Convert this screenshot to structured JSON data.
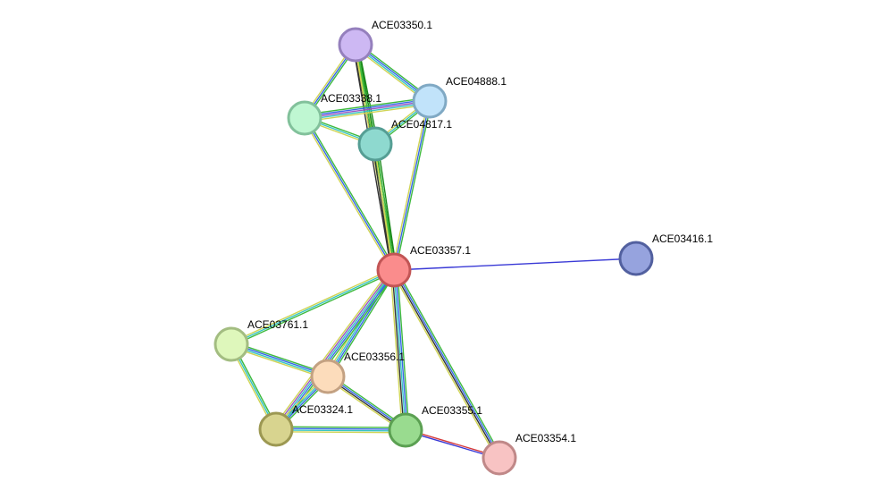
{
  "network": {
    "nodes": [
      {
        "id": "n1",
        "label": "ACE03350.1",
        "fill": "#cdb8f3",
        "stroke": "#9580bd"
      },
      {
        "id": "n2",
        "label": "ACE04888.1",
        "fill": "#c1e3fa",
        "stroke": "#80a9c4"
      },
      {
        "id": "n3",
        "label": "ACE03338.1",
        "fill": "#bff7d2",
        "stroke": "#82c19b"
      },
      {
        "id": "n4",
        "label": "ACE04817.1",
        "fill": "#8ed9cf",
        "stroke": "#559e94"
      },
      {
        "id": "n5",
        "label": "ACE03357.1",
        "fill": "#fa8c8c",
        "stroke": "#c25555"
      },
      {
        "id": "n6",
        "label": "ACE03416.1",
        "fill": "#96a3de",
        "stroke": "#52609f"
      },
      {
        "id": "n7",
        "label": "ACE03761.1",
        "fill": "#def7bb",
        "stroke": "#a3bd81"
      },
      {
        "id": "n8",
        "label": "ACE03356.1",
        "fill": "#fcdcbb",
        "stroke": "#c3a182"
      },
      {
        "id": "n9",
        "label": "ACE03324.1",
        "fill": "#d8d48f",
        "stroke": "#9c9852"
      },
      {
        "id": "n10",
        "label": "ACE03355.1",
        "fill": "#99db8f",
        "stroke": "#5ba052"
      },
      {
        "id": "n11",
        "label": "ACE03354.1",
        "fill": "#f8c3c3",
        "stroke": "#c08888"
      }
    ],
    "edges": [
      {
        "source": "n1",
        "target": "n3",
        "colors": [
          "#3fba3f",
          "#3868e8",
          "#cfd455"
        ]
      },
      {
        "source": "n1",
        "target": "n2",
        "colors": [
          "#3fba3f",
          "#3868e8",
          "#38c4c4",
          "#cfd455"
        ]
      },
      {
        "source": "n1",
        "target": "n4",
        "colors": [
          "#1a8a1a",
          "#3fba3f",
          "#cfd455",
          "#333333"
        ]
      },
      {
        "source": "n1",
        "target": "n5",
        "colors": [
          "#1a8a1a",
          "#3fba3f",
          "#cfd455",
          "#333333"
        ]
      },
      {
        "source": "n3",
        "target": "n2",
        "colors": [
          "#3fba3f",
          "#3868e8",
          "#9a56c2",
          "#38c4c4",
          "#cfd455"
        ]
      },
      {
        "source": "n3",
        "target": "n4",
        "colors": [
          "#3fba3f",
          "#38c4c4",
          "#cfd455"
        ]
      },
      {
        "source": "n3",
        "target": "n5",
        "colors": [
          "#3fba3f",
          "#3868e8",
          "#cfd455"
        ]
      },
      {
        "source": "n2",
        "target": "n4",
        "colors": [
          "#3fba3f",
          "#38c4c4",
          "#cfd455"
        ]
      },
      {
        "source": "n2",
        "target": "n5",
        "colors": [
          "#3fba3f",
          "#3868e8",
          "#cfd455"
        ]
      },
      {
        "source": "n4",
        "target": "n5",
        "colors": [
          "#1a8a1a",
          "#3fba3f",
          "#cfd455",
          "#333333"
        ]
      },
      {
        "source": "n5",
        "target": "n6",
        "colors": [
          "#3a3ad6"
        ]
      },
      {
        "source": "n5",
        "target": "n7",
        "colors": [
          "#3fba3f",
          "#38c4c4",
          "#cfd455"
        ]
      },
      {
        "source": "n5",
        "target": "n8",
        "colors": [
          "#3fba3f",
          "#3868e8",
          "#38c4c4",
          "#cfd455"
        ]
      },
      {
        "source": "n5",
        "target": "n9",
        "colors": [
          "#3fba3f",
          "#3868e8",
          "#38c4c4",
          "#9a56c2",
          "#cfd455"
        ]
      },
      {
        "source": "n5",
        "target": "n10",
        "colors": [
          "#3fba3f",
          "#3868e8",
          "#38c4c4",
          "#333333",
          "#cfd455"
        ]
      },
      {
        "source": "n5",
        "target": "n11",
        "colors": [
          "#3fba3f",
          "#3868e8",
          "#333333",
          "#cfd455"
        ]
      },
      {
        "source": "n7",
        "target": "n8",
        "colors": [
          "#3fba3f",
          "#3868e8",
          "#38c4c4",
          "#cfd455"
        ]
      },
      {
        "source": "n7",
        "target": "n9",
        "colors": [
          "#3fba3f",
          "#38c4c4",
          "#cfd455"
        ]
      },
      {
        "source": "n8",
        "target": "n9",
        "colors": [
          "#3fba3f",
          "#3868e8",
          "#38c4c4",
          "#cfd455"
        ]
      },
      {
        "source": "n8",
        "target": "n10",
        "colors": [
          "#3fba3f",
          "#3868e8",
          "#333333",
          "#cfd455"
        ]
      },
      {
        "source": "n9",
        "target": "n10",
        "colors": [
          "#3fba3f",
          "#3868e8",
          "#38c4c4",
          "#cfd455"
        ]
      },
      {
        "source": "n10",
        "target": "n11",
        "colors": [
          "#d63a3a",
          "#3a3ad6"
        ]
      }
    ]
  }
}
